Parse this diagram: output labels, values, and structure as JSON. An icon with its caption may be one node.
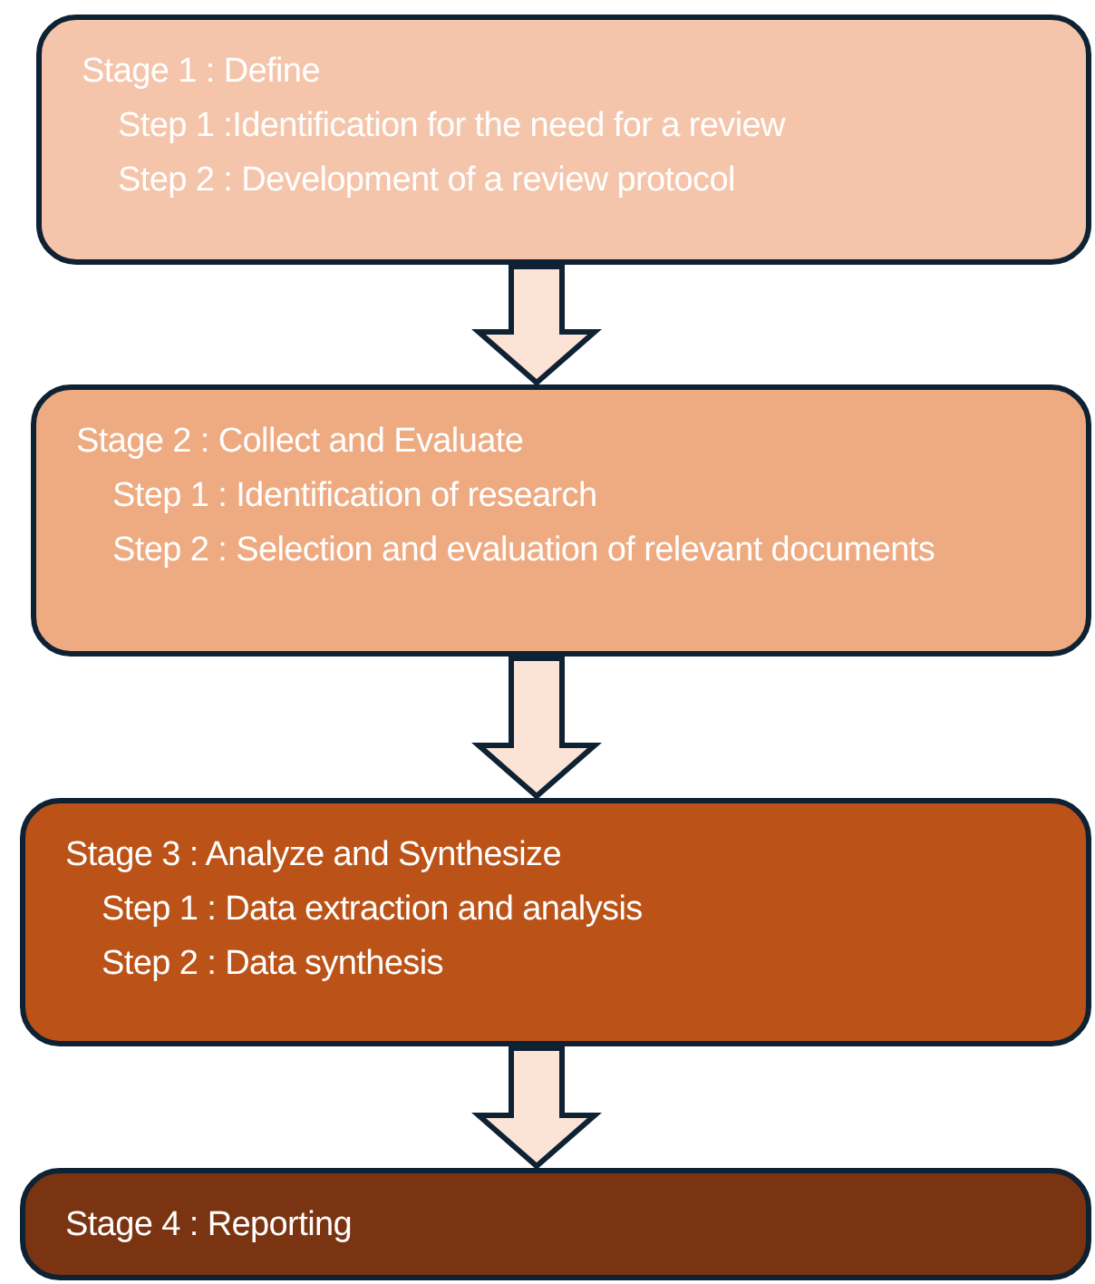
{
  "diagram": {
    "nodes": [
      {
        "text": [
          "Stage 1 : Define",
          "Step 1 :Identification for the need for a review",
          "Step 2 : Development of a review protocol"
        ]
      },
      {
        "text": [
          "Stage 2 : Collect and Evaluate",
          "Step 1 : Identification of research",
          "Step 2 : Selection and evaluation of relevant documents"
        ]
      },
      {
        "text": [
          "Stage 3 : Analyze and Synthesize",
          "Step 1 : Data extraction and analysis",
          "Step 2 : Data synthesis"
        ]
      },
      {
        "text": [
          "Stage 4 : Reporting"
        ]
      }
    ],
    "edges": [
      {
        "from": 0,
        "to": 1,
        "arrow": "to"
      },
      {
        "from": 1,
        "to": 2,
        "arrow": "to"
      },
      {
        "from": 2,
        "to": 3,
        "arrow": "to"
      }
    ]
  }
}
